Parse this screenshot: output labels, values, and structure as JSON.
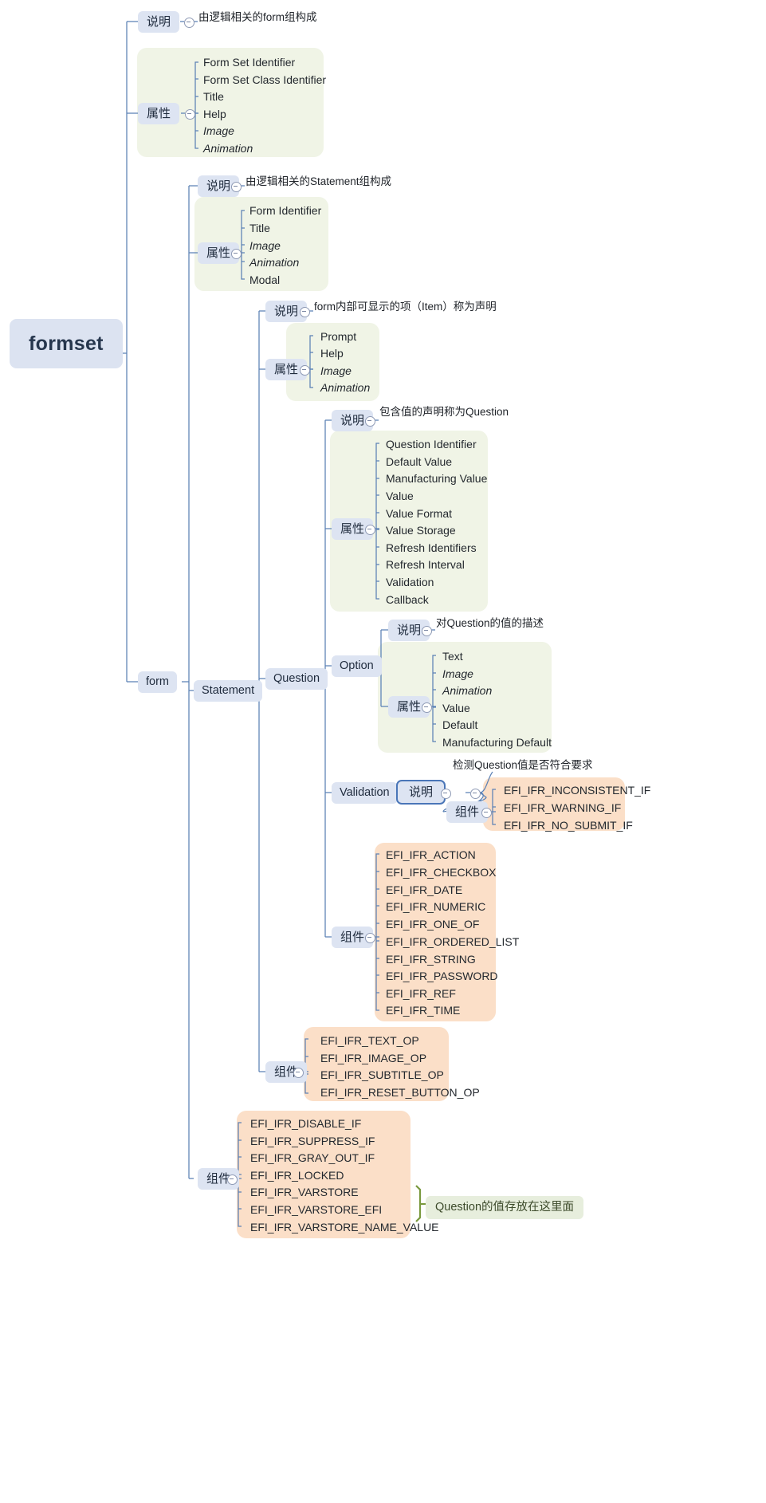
{
  "title": "formset",
  "labels": {
    "shuoming": "说明",
    "shuxing": "属性",
    "zujian": "组件"
  },
  "colors": {
    "chip": "#dde4f2",
    "panel_green": "#f0f4e6",
    "panel_orange": "#fbdfc8",
    "line": "#5b81b5",
    "outline": "#4a76b8",
    "olive_chip": "#e7eedd"
  },
  "formset": {
    "note": "由逻辑相关的form组构成",
    "attributes": [
      "Form Set Identifier",
      "Form Set Class Identifier",
      "Title",
      "Help",
      "Image",
      "Animation"
    ],
    "italic_from": 4
  },
  "form": {
    "label": "form",
    "note": "由逻辑相关的Statement组构成",
    "attributes": [
      "Form Identifier",
      "Title",
      "Image",
      "Animation",
      "Modal"
    ]
  },
  "statement": {
    "label": "Statement",
    "note": "form内部可显示的项（Item）称为声明",
    "attributes": [
      "Prompt",
      "Help",
      "Image",
      "Animation"
    ],
    "components": [
      "EFI_IFR_TEXT_OP",
      "EFI_IFR_IMAGE_OP",
      "EFI_IFR_SUBTITLE_OP",
      "EFI_IFR_RESET_BUTTON_OP"
    ]
  },
  "question": {
    "label": "Question",
    "note": "包含值的声明称为Question",
    "attributes": [
      "Question Identifier",
      "Default Value",
      "Manufacturing Value",
      "Value",
      "Value Format",
      "Value Storage",
      "Refresh Identifiers",
      "Refresh Interval",
      "Validation",
      "Callback"
    ],
    "components": [
      "EFI_IFR_ACTION",
      "EFI_IFR_CHECKBOX",
      "EFI_IFR_DATE",
      "EFI_IFR_NUMERIC",
      "EFI_IFR_ONE_OF",
      "EFI_IFR_ORDERED_LIST",
      "EFI_IFR_STRING",
      "EFI_IFR_PASSWORD",
      "EFI_IFR_REF",
      "EFI_IFR_TIME"
    ]
  },
  "option": {
    "label": "Option",
    "note": "对Question的值的描述",
    "attributes": [
      "Text",
      "Image",
      "Animation",
      "Value",
      "Default",
      "Manufacturing Default"
    ]
  },
  "validation": {
    "label": "Validation",
    "note": "检测Question值是否符合要求",
    "components": [
      "EFI_IFR_INCONSISTENT_IF",
      "EFI_IFR_WARNING_IF",
      "EFI_IFR_NO_SUBMIT_IF"
    ]
  },
  "form_components": {
    "items": [
      "EFI_IFR_DISABLE_IF",
      "EFI_IFR_SUPPRESS_IF",
      "EFI_IFR_GRAY_OUT_IF",
      "EFI_IFR_LOCKED",
      "EFI_IFR_VARSTORE",
      "EFI_IFR_VARSTORE_EFI",
      "EFI_IFR_VARSTORE_NAME_VALUE"
    ],
    "callout": "Question的值存放在这里面"
  }
}
